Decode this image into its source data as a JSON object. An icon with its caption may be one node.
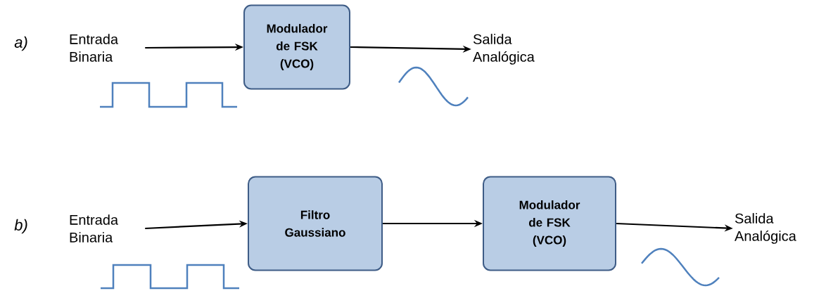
{
  "diagram": {
    "nodes": [
      {
        "text": [
          "Entrada Binaria"
        ]
      },
      {
        "text": [
          "Modulador de FSK (VCO)"
        ]
      },
      {
        "text": [
          "Salida Analógica"
        ]
      },
      {
        "text": [
          "Entrada Binaria"
        ]
      },
      {
        "text": [
          "Filtro Gaussiano"
        ]
      },
      {
        "text": [
          "Modulador de FSK (VCO)"
        ]
      },
      {
        "text": [
          "Salida Analógica"
        ]
      }
    ],
    "edges": [
      {
        "from": 0,
        "to": 1,
        "arrow": "to"
      },
      {
        "from": 1,
        "to": 2,
        "arrow": "to"
      },
      {
        "from": 3,
        "to": 4,
        "arrow": "to"
      },
      {
        "from": 4,
        "to": 5,
        "arrow": "to"
      },
      {
        "from": 5,
        "to": 6,
        "arrow": "to"
      }
    ],
    "labels": [
      "a)",
      "b)"
    ]
  }
}
